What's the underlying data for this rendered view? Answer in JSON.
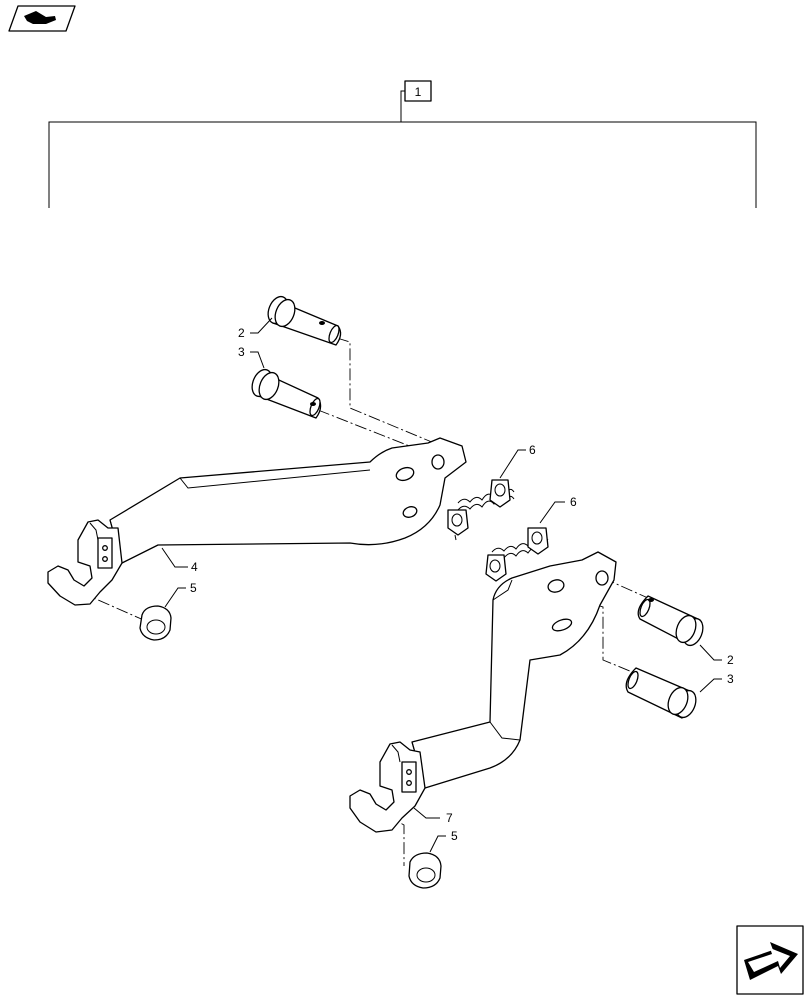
{
  "assembly_label": "1",
  "callouts": {
    "pin_a_left": "2",
    "pin_b_left": "3",
    "pin_a_right": "2",
    "pin_b_right": "3",
    "arm_left": "4",
    "arm_right": "7",
    "cap_left": "5",
    "cap_right": "5",
    "chain_left": "6",
    "chain_right": "6"
  },
  "icons": {
    "top_left": "manual-book-hand-icon",
    "bottom_right": "next-page-arrow-icon"
  },
  "colors": {
    "line": "#000000",
    "background": "#ffffff"
  }
}
